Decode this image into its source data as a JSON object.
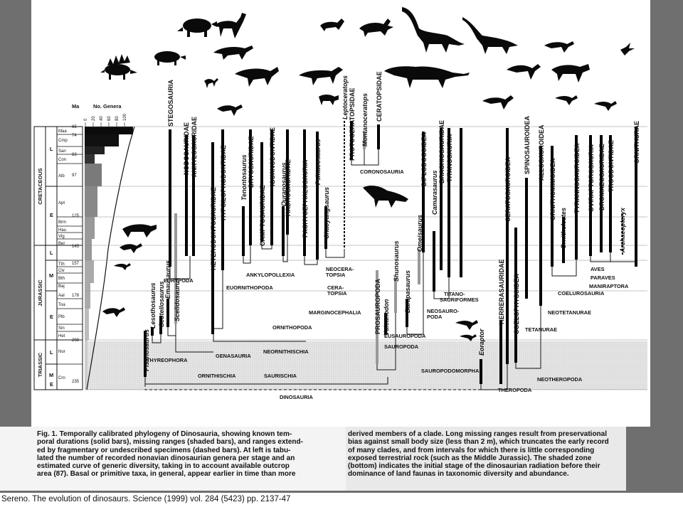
{
  "figure": {
    "header": {
      "ma": "Ma",
      "no_genera": "No. Genera",
      "genera_ticks": [
        "0",
        "20",
        "40",
        "60",
        "80",
        "100"
      ]
    },
    "periods": [
      "CRETACEOUS",
      "JURASSIC",
      "TRIASSIC"
    ],
    "epochs": [
      "L",
      "E",
      "L",
      "M",
      "E",
      "L",
      "M",
      "E"
    ],
    "stages": [
      "Maa",
      "Cmp",
      "San",
      "Con",
      "Alb",
      "Apt",
      "Brm",
      "Hau",
      "Vlg",
      "Ber",
      "Tth",
      "Clv",
      "Bth",
      "Baj",
      "Aal",
      "Toa",
      "Plb",
      "Sin",
      "Het",
      "Nor",
      "Crn"
    ],
    "ma_ticks": [
      "65",
      "74",
      "83",
      "97",
      "125",
      "145",
      "157",
      "178",
      "208",
      "235"
    ],
    "taxa": {
      "t1": "Pisanosaurus",
      "t2": "Lesothosaurus",
      "t3": "Scutellosaurus",
      "t4": "Emausaurus",
      "t5": "Scelidosaurus",
      "t6": "STEGOSAURIA",
      "t7": "NODOSAURIDAE",
      "t8": "ANKYLOSAURIDAE",
      "t9": "HETERODONTOSAURIDAE",
      "t10": "HYPSILOPHODONTIDAE",
      "t11": "Tenontosaurus",
      "t12": "DRYOSAURIDAE",
      "t13": "CAMPTOSAURIDAE",
      "t14": "IGUANODONTIDAE",
      "t15": "Ouranosaurus",
      "t16": "HADROSAURIDAE",
      "t17": "PACHYCEPHALOSAURIA",
      "t18": "Psittacosaurus",
      "t19": "Chaoyangsaurus",
      "t20": "Leptoceratops",
      "t21": "PROTOCERATOPSIDAE",
      "t22": "Montanoceratops",
      "t23": "CERATOPSIDAE",
      "t24": "PROSAUROPODA",
      "t25": "Vulcanodon",
      "t26": "Shunosaurus",
      "t27": "Barapasaurus",
      "t28": "Omeisaurus",
      "t29": "DIPLODOCOIDEA",
      "t30": "Camarasaurus",
      "t31": "BRACHIOSAURIDAE",
      "t32": "TITANOSAURIA",
      "t33": "Eoraptor",
      "t34": "HERRERASAURIDAE",
      "t35": "CERATOSAUROIDEA",
      "t36": "COELOPHYSOIDEA",
      "t37": "SPINOSAUROIDEA",
      "t38": "ALLOSAUROIDEA",
      "t39": "ORNITHOMIMOIDEA",
      "t40": "Ornitholestes",
      "t41": "TYRANNOSAUROIDEA",
      "t42": "OVIRAPTOROSAURIA",
      "t43": "DROMAEOSAURIDAE",
      "t44": "TROODONTIDAE",
      "t45": "Archaeopteryx",
      "t46": "ORNITHURAE"
    },
    "clades": {
      "c1": "THYREOPHORA",
      "c2": "EURYPODA",
      "c3": "EUORNITHOPODA",
      "c4": "ANKYLOPOLLEXIA",
      "c5": "ORNITHOPODA",
      "c6": "GENASAURIA",
      "c7": "NEORNITHISCHIA",
      "c8": "ORNITHISCHIA",
      "c9": "SAURISCHIA",
      "c10": "DINOSAURIA",
      "c11": "MARGINOCEPHALIA",
      "c12": "CERA-",
      "c13": "TOPSIA",
      "c14": "NEOCERA-",
      "c15": "TOPSIA",
      "c16": "CORONOSAURIA",
      "c17": "EUSAUROPODA",
      "c18": "SAUROPODA",
      "c19": "SAUROPODOMORPHA",
      "c20": "NEOSAURO-",
      "c21": "PODA",
      "c22": "TITANO-",
      "c23": "SAURIFORMES",
      "c24": "THEROPODA",
      "c25": "NEOTHEROPODA",
      "c26": "TETANURAE",
      "c27": "NEOTETANURAE",
      "c28": "COELUROSAURIA",
      "c29": "MANIRAPTORA",
      "c30": "PARAVES",
      "c31": "AVES"
    },
    "colors": {
      "background": "#6f6f6f",
      "paper": "#ffffff",
      "bars": "#000000",
      "shaded_zone": "#dcdcdc"
    }
  },
  "caption": {
    "left_lines": [
      "Fig. 1. Temporally calibrated phylogeny of Dinosauria, showing known tem-",
      "poral durations (solid bars), missing ranges (shaded bars), and ranges extend-",
      "ed by fragmentary or undescribed specimens (dashed bars). At left is tabu-",
      "lated the number of recorded nonavian dinosaurian genera per stage and an",
      "estimated curve of generic diversity, taking in to account available outcrop",
      "area (87). Basal or primitive taxa, in general, appear earlier in time than more"
    ],
    "right_lines": [
      "derived members of a clade. Long missing ranges result from preservational",
      "bias against small body size (less than 2 m), which truncates the early record",
      "of many clades, and from intervals for which there is little corresponding",
      "exposed terrestrial rock (such as the Middle Jurassic). The shaded zone",
      "(bottom) indicates the initial stage of the dinosaurian radiation before their",
      "dominance of land faunas in taxonomic diversity and abundance."
    ]
  },
  "citation": "Sereno. The evolution of dinosaurs. Science (1999) vol. 284 (5423) pp. 2137-47"
}
